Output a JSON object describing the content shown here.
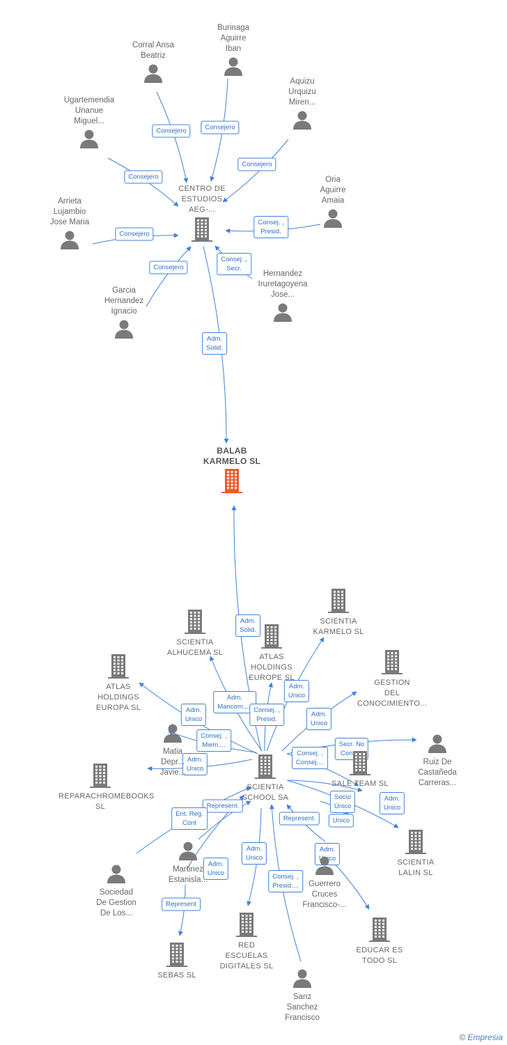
{
  "nodes": [
    {
      "id": "balab",
      "kind": "focus",
      "lines": [
        "BALAB",
        "KARMELO SL"
      ]
    },
    {
      "id": "centro",
      "kind": "company",
      "lines": [
        "CENTRO DE",
        "ESTUDIOS",
        "AEG-..."
      ]
    },
    {
      "id": "corral",
      "kind": "person",
      "lines": [
        "Corral Ansa",
        "Beatriz"
      ]
    },
    {
      "id": "burinaga",
      "kind": "person",
      "lines": [
        "Burinaga",
        "Aguirre",
        "Iban"
      ]
    },
    {
      "id": "aquizu",
      "kind": "person",
      "lines": [
        "Aquizu",
        "Urquizu",
        "Miren..."
      ]
    },
    {
      "id": "ugarte",
      "kind": "person",
      "lines": [
        "Ugartemendia",
        "Unanue",
        "Miguel..."
      ]
    },
    {
      "id": "oria",
      "kind": "person",
      "lines": [
        "Oria",
        "Aguirre",
        "Amaia"
      ]
    },
    {
      "id": "arrieta",
      "kind": "person",
      "lines": [
        "Arrieta",
        "Lujambio",
        "Jose Maria"
      ]
    },
    {
      "id": "hernandez",
      "kind": "person",
      "lines": [
        "Hernandez",
        "Iruretagoyena",
        "Jose..."
      ]
    },
    {
      "id": "garcia",
      "kind": "person",
      "lines": [
        "Garcia",
        "Hernandez",
        "Ignacio"
      ]
    },
    {
      "id": "scientia_school",
      "kind": "company",
      "lines": [
        "SCIENTIA",
        "SCHOOL SA"
      ]
    },
    {
      "id": "scientia_karmelo",
      "kind": "company",
      "lines": [
        "SCIENTIA",
        "KARMELO SL"
      ]
    },
    {
      "id": "scientia_alhucema",
      "kind": "company",
      "lines": [
        "SCIENTIA",
        "ALHUCEMA SL"
      ]
    },
    {
      "id": "atlas_europe",
      "kind": "company",
      "lines": [
        "ATLAS",
        "HOLDINGS",
        "EUROPE SL"
      ]
    },
    {
      "id": "atlas_europa",
      "kind": "company",
      "lines": [
        "ATLAS",
        "HOLDINGS",
        "EUROPA SL"
      ]
    },
    {
      "id": "gestion",
      "kind": "company",
      "lines": [
        "GESTION",
        "DEL",
        "CONOCIMIENTO..."
      ]
    },
    {
      "id": "ruiz",
      "kind": "person",
      "lines": [
        "Ruiz De",
        "Castañeda",
        "Carreras..."
      ]
    },
    {
      "id": "matia",
      "kind": "person",
      "lines": [
        "Matia",
        "Depr...",
        "Javie..."
      ]
    },
    {
      "id": "reparachrome",
      "kind": "company",
      "lines": [
        "REPARACHROMEBOOKS",
        "SL"
      ]
    },
    {
      "id": "sale_team",
      "kind": "company",
      "lines": [
        "SALE TEAM SL"
      ]
    },
    {
      "id": "scientia_lalin",
      "kind": "company",
      "lines": [
        "SCIENTIA",
        "LALIN SL"
      ]
    },
    {
      "id": "sociedad",
      "kind": "person",
      "lines": [
        "Sociedad",
        "De Gestion",
        "De Los..."
      ]
    },
    {
      "id": "martinez",
      "kind": "person",
      "lines": [
        "Martinez",
        "Estanisla..."
      ]
    },
    {
      "id": "guerrero",
      "kind": "person",
      "lines": [
        "Guerrero",
        "Cruces",
        "Francisco-..."
      ]
    },
    {
      "id": "educar",
      "kind": "company",
      "lines": [
        "EDUCAR ES",
        "TODO SL"
      ]
    },
    {
      "id": "sebas",
      "kind": "company",
      "lines": [
        "SEBAS SL"
      ]
    },
    {
      "id": "red",
      "kind": "company",
      "lines": [
        "RED",
        "ESCUELAS",
        "DIGITALES SL"
      ]
    },
    {
      "id": "sanz",
      "kind": "person",
      "lines": [
        "Sanz",
        "Sanchez",
        "Francisco"
      ]
    }
  ],
  "edges": [
    {
      "id": "e1",
      "lines": [
        "Consejero"
      ]
    },
    {
      "id": "e2",
      "lines": [
        "Consejero"
      ]
    },
    {
      "id": "e3",
      "lines": [
        "Consejero"
      ]
    },
    {
      "id": "e4",
      "lines": [
        "Consejero"
      ]
    },
    {
      "id": "e5",
      "lines": [
        "Consej. ,",
        "Presid."
      ]
    },
    {
      "id": "e6",
      "lines": [
        "Consejero"
      ]
    },
    {
      "id": "e7",
      "lines": [
        "Consej. ,",
        "Secr."
      ]
    },
    {
      "id": "e8",
      "lines": [
        "Consejero"
      ]
    },
    {
      "id": "e9",
      "lines": [
        "Adm.",
        "Solid."
      ]
    },
    {
      "id": "e10",
      "lines": [
        "Adm.",
        "Solid."
      ]
    },
    {
      "id": "e11",
      "lines": [
        "Adm.",
        "Unico"
      ]
    },
    {
      "id": "e12",
      "lines": [
        "Adm.",
        "Mancom.,..."
      ]
    },
    {
      "id": "e13",
      "lines": [
        "Consej. ,",
        "Presid."
      ]
    },
    {
      "id": "e14",
      "lines": [
        "Adm.",
        "Unico"
      ]
    },
    {
      "id": "e15",
      "lines": [
        "Adm.",
        "Unico"
      ]
    },
    {
      "id": "e16",
      "lines": [
        "Consej. ,",
        "Miem...."
      ]
    },
    {
      "id": "e17",
      "lines": [
        "Adm.",
        "Unico"
      ]
    },
    {
      "id": "e18",
      "lines": [
        "Consej. ,",
        "Consej...."
      ]
    },
    {
      "id": "e19",
      "lines": [
        "Secr. No",
        "Consej."
      ]
    },
    {
      "id": "e20",
      "lines": [
        "Socio",
        "Único"
      ]
    },
    {
      "id": "e21",
      "lines": [
        "Unico"
      ]
    },
    {
      "id": "e22",
      "lines": [
        "Adm.",
        "Unico"
      ]
    },
    {
      "id": "e23",
      "lines": [
        "Represent."
      ]
    },
    {
      "id": "e24",
      "lines": [
        "Represent."
      ]
    },
    {
      "id": "e25",
      "lines": [
        "Ent. Reg.",
        "Cont"
      ]
    },
    {
      "id": "e26",
      "lines": [
        "Adm.",
        "Unico"
      ]
    },
    {
      "id": "e27",
      "lines": [
        "Adm.",
        "Unico"
      ]
    },
    {
      "id": "e28",
      "lines": [
        "Adm.",
        "Unico"
      ]
    },
    {
      "id": "e29",
      "lines": [
        "Represent"
      ]
    },
    {
      "id": "e30",
      "lines": [
        "Consej. ,",
        "Presid...."
      ]
    }
  ],
  "brand": {
    "copyright": "©",
    "name": "Empresia"
  },
  "colors": {
    "focus": "#f0592b",
    "node": "#7a7a7a",
    "edge": "#3f82d6",
    "edge_text": "#2f6fc4"
  }
}
